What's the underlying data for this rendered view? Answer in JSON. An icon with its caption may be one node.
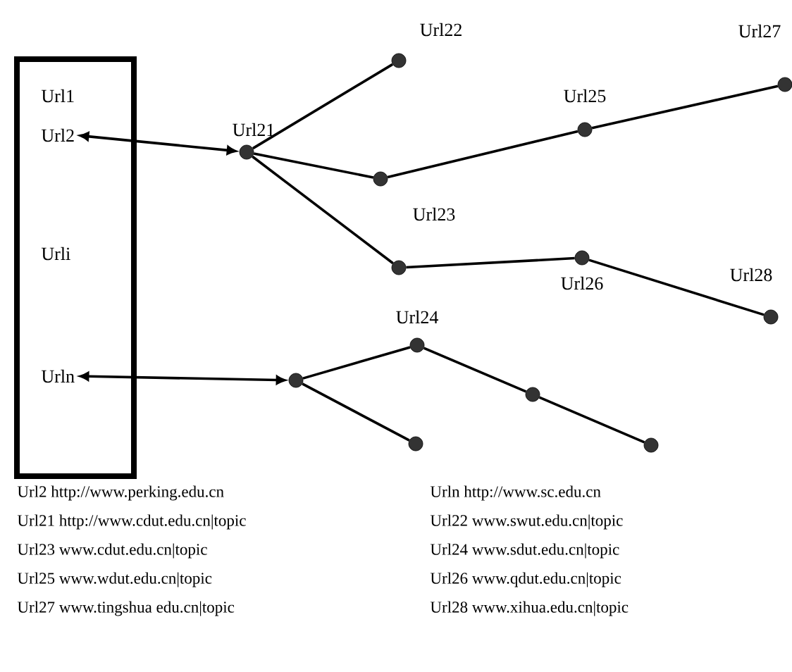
{
  "diagram": {
    "nodes": [
      {
        "text": [],
        "shape": "box"
      },
      {
        "text": [
          "Url1"
        ],
        "in": 0
      },
      {
        "text": [
          "Url2"
        ],
        "in": 0
      },
      {
        "text": [
          "Urli"
        ],
        "in": 0
      },
      {
        "text": [
          "Urln"
        ],
        "in": 0
      },
      {
        "text": [],
        "shape": "circle",
        "beside": [
          "Url21"
        ]
      },
      {
        "text": [],
        "shape": "circle",
        "beside": [
          "Url22"
        ]
      },
      {
        "text": [],
        "shape": "circle",
        "beside": [
          "Url23"
        ]
      },
      {
        "text": [],
        "shape": "circle",
        "beside": [
          "Url25"
        ]
      },
      {
        "text": [],
        "shape": "circle",
        "beside": [
          "Url27"
        ]
      },
      {
        "text": [],
        "shape": "circle"
      },
      {
        "text": [],
        "shape": "circle",
        "beside": [
          "Url26"
        ]
      },
      {
        "text": [],
        "shape": "circle",
        "beside": [
          "Url28"
        ]
      },
      {
        "text": [],
        "shape": "circle"
      },
      {
        "text": [],
        "shape": "circle",
        "beside": [
          "Url24"
        ]
      },
      {
        "text": [],
        "shape": "circle"
      },
      {
        "text": [],
        "shape": "circle"
      },
      {
        "text": [],
        "shape": "circle"
      }
    ],
    "edges": [
      {
        "from": 2,
        "to": 5,
        "arrow": "both"
      },
      {
        "from": 5,
        "to": 6,
        "arrow": "none"
      },
      {
        "from": 5,
        "to": 7,
        "arrow": "none"
      },
      {
        "from": 5,
        "to": 10,
        "arrow": "none"
      },
      {
        "from": 7,
        "to": 8,
        "arrow": "none"
      },
      {
        "from": 8,
        "to": 9,
        "arrow": "none"
      },
      {
        "from": 10,
        "to": 11,
        "arrow": "none"
      },
      {
        "from": 11,
        "to": 12,
        "arrow": "none"
      },
      {
        "from": 4,
        "to": 13,
        "arrow": "both"
      },
      {
        "from": 13,
        "to": 14,
        "arrow": "none"
      },
      {
        "from": 13,
        "to": 17,
        "arrow": "none"
      },
      {
        "from": 14,
        "to": 15,
        "arrow": "none"
      },
      {
        "from": 15,
        "to": 16,
        "arrow": "none"
      }
    ],
    "labels": [
      "Url2 http://www.perking.edu.cn",
      "Urln http://www.sc.edu.cn",
      "Url21 http://www.cdut.edu.cn|topic",
      "Url22 www.swut.edu.cn|topic",
      "Url23 www.cdut.edu.cn|topic",
      "Url24 www.sdut.edu.cn|topic",
      "Url25 www.wdut.edu.cn|topic",
      "Url26 www.qdut.edu.cn|topic",
      "Url27 www.tingshua edu.cn|topic",
      "Url28 www.xihua.edu.cn|topic"
    ]
  }
}
